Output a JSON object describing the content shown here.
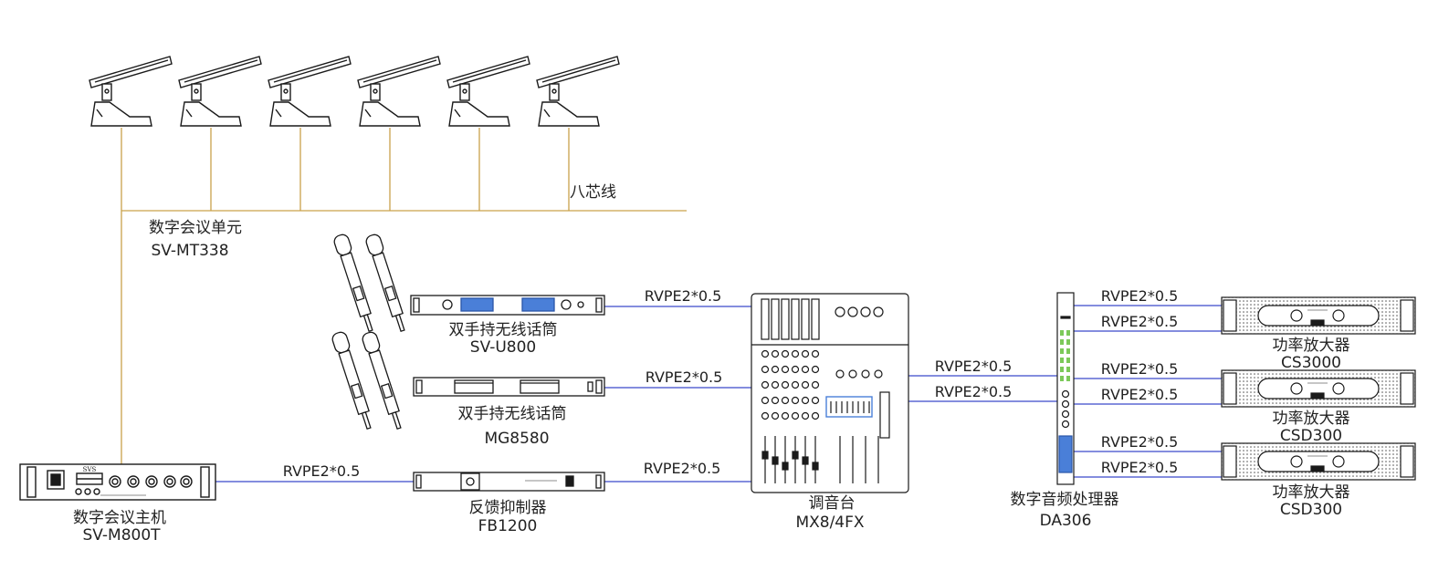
{
  "cable_type": "RVPE2*0.5",
  "bus_label": "八芯线",
  "devices": {
    "conference_unit": {
      "name": "数字会议单元",
      "model": "SV-MT338"
    },
    "conference_host": {
      "name": "数字会议主机",
      "model": "SV-M800T",
      "brand": "SVS"
    },
    "wireless_u800": {
      "name": "双手持无线话筒",
      "model": "SV-U800"
    },
    "wireless_mg8580": {
      "name": "双手持无线话筒",
      "model": "MG8580"
    },
    "feedback": {
      "name": "反馈抑制器",
      "model": "FB1200"
    },
    "mixer": {
      "name": "调音台",
      "model": "MX8/4FX"
    },
    "processor": {
      "name": "数字音频处理器",
      "model": "DA306"
    },
    "amp1": {
      "name": "功率放大器",
      "model": "CS3000"
    },
    "amp2": {
      "name": "功率放大器",
      "model": "CSD300"
    },
    "amp3": {
      "name": "功率放大器",
      "model": "CSD300"
    }
  },
  "colors": {
    "signal_line": "#3b49c9",
    "bus_line": "#c9a24a",
    "outline": "#1a1a1a"
  }
}
